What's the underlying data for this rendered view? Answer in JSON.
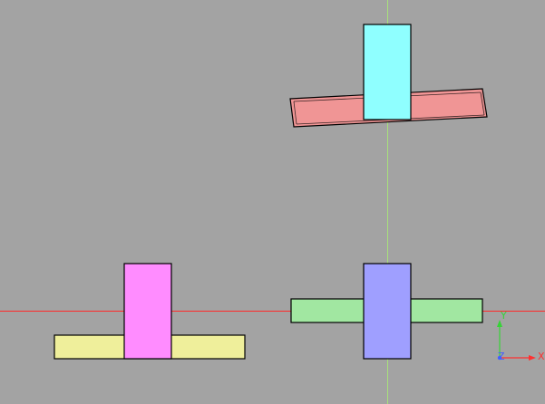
{
  "viewport": {
    "background": "#a3a3a3",
    "axes": {
      "horizontal_color": "#ff2a2a",
      "vertical_color": "#a8e27a"
    }
  },
  "shapes": {
    "top_slab_color": "#f09595",
    "top_block_color": "#8fffff",
    "left_base_color": "#efef9b",
    "left_block_color": "#ff8cff",
    "right_base_color": "#a1e7a1",
    "right_block_color": "#9f9fff"
  },
  "axis_indicator": {
    "y_label": "Y",
    "z_label": "Z",
    "x_label": "X",
    "y_color": "#37d337",
    "x_color": "#ff3030",
    "z_color": "#4060ff"
  }
}
